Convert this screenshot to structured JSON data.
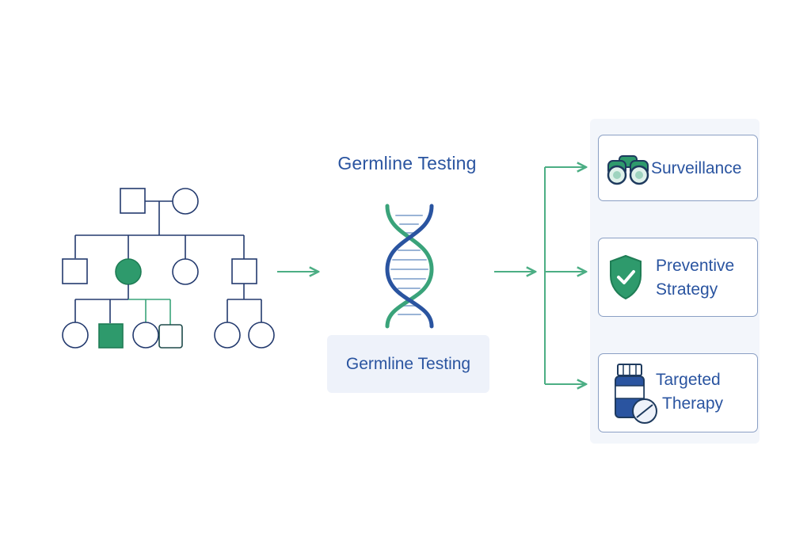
{
  "diagram": {
    "title": "Germline Testing",
    "dna_label": "Germline Testing",
    "outcomes": [
      {
        "label": "Surveillance",
        "icon": "binoculars-icon"
      },
      {
        "label_line1": "Preventive",
        "label_line2": "Strategy",
        "icon": "shield-check-icon"
      },
      {
        "label_line1": "Targeted",
        "label_line2": "Therapy",
        "icon": "medicine-bottle-icon"
      }
    ]
  },
  "colors": {
    "navy": "#233a6e",
    "blue": "#2a54a0",
    "green": "#3aa37a",
    "affected": "#2e9a6c",
    "card_border": "#8a9fc4",
    "panel_bg": "#f3f6fb"
  }
}
